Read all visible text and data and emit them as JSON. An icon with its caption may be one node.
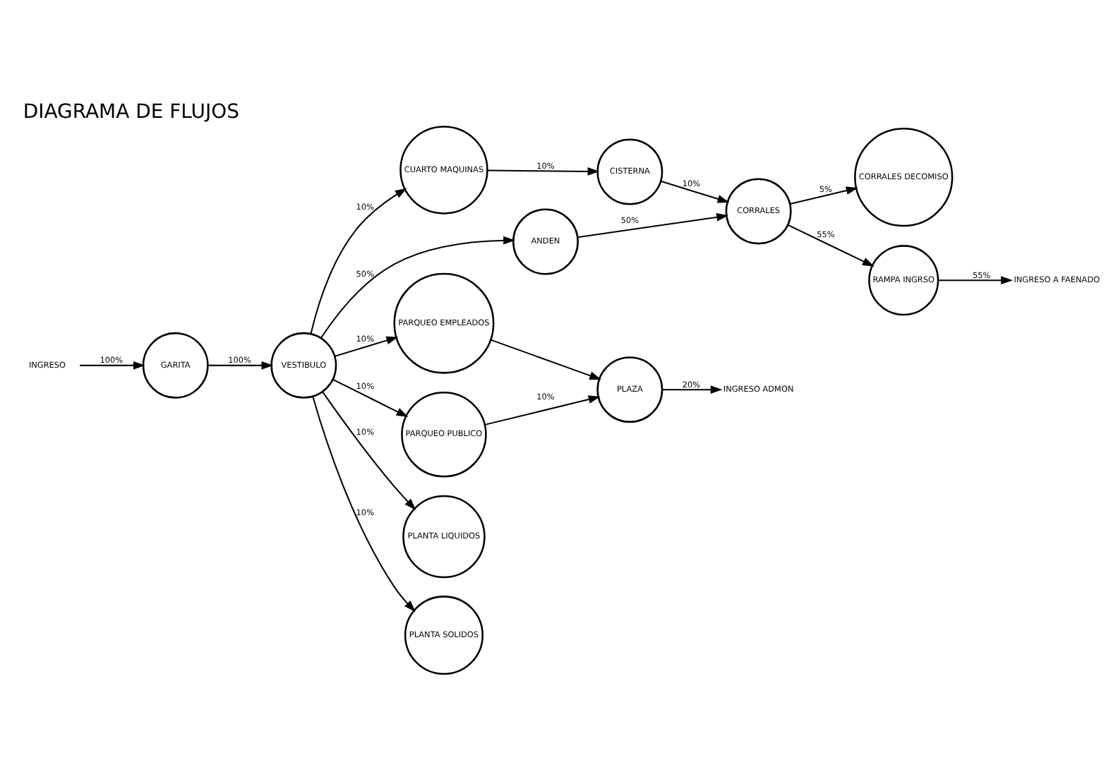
{
  "diagram": {
    "title": "DIAGRAMA DE FLUJOS",
    "nodes": [
      {
        "text": [
          "INGRESO ADMON"
        ]
      },
      {
        "text": [
          "ANDEN"
        ]
      },
      {
        "text": [
          "PARQUEO PUBLICO"
        ]
      },
      {
        "text": [
          "PLAZA"
        ]
      },
      {
        "text": [
          "CORRALES DECOMISO"
        ]
      },
      {
        "text": [
          "CORRALES"
        ]
      },
      {
        "text": [
          "PARQUEO EMPLEADOS"
        ]
      },
      {
        "text": [
          "INGRESO A FAENADO"
        ]
      },
      {
        "text": [
          "RAMPA INGRSO"
        ]
      },
      {
        "text": [
          "CISTERNA"
        ]
      },
      {
        "text": [
          "VESTIBULO"
        ]
      },
      {
        "text": [
          "GARITA"
        ]
      },
      {
        "text": [
          "INGRESO"
        ]
      },
      {
        "text": [
          "CUARTO MAQUINAS"
        ]
      },
      {
        "text": [
          "PLANTA LIQUIDOS"
        ]
      },
      {
        "text": [
          "PLANTA SOLIDOS"
        ]
      }
    ],
    "edges": [
      {
        "from": 12,
        "to": 11,
        "arrow": "to",
        "label": "100%"
      },
      {
        "from": 11,
        "to": 10,
        "arrow": "to",
        "label": "100%"
      },
      {
        "from": 10,
        "to": 6,
        "arrow": "to",
        "label": "10%"
      },
      {
        "from": 10,
        "to": 2,
        "arrow": "to",
        "label": "10%"
      },
      {
        "from": 2,
        "to": 3,
        "arrow": "to",
        "label": "10%"
      },
      {
        "from": 6,
        "to": 3,
        "arrow": "to"
      },
      {
        "from": 3,
        "to": 0,
        "arrow": "to",
        "label": "20%"
      },
      {
        "from": 10,
        "to": 1,
        "arrow": "to",
        "label": "50%"
      },
      {
        "from": 1,
        "to": 5,
        "arrow": "to",
        "label": "50%"
      },
      {
        "from": 5,
        "to": 4,
        "arrow": "to",
        "label": "5%"
      },
      {
        "from": 5,
        "to": 8,
        "arrow": "to",
        "label": "55%"
      },
      {
        "from": 8,
        "to": 7,
        "arrow": "to",
        "label": "55%"
      },
      {
        "from": 9,
        "to": 5,
        "arrow": "to",
        "label": "10%"
      },
      {
        "from": 13,
        "to": 9,
        "arrow": "to",
        "label": "10%"
      },
      {
        "from": 10,
        "to": 13,
        "arrow": "to",
        "label": "10%"
      },
      {
        "from": 10,
        "to": 14,
        "arrow": "to",
        "label": "10%"
      },
      {
        "from": 10,
        "to": 15,
        "arrow": "to",
        "label": "10%"
      }
    ]
  }
}
